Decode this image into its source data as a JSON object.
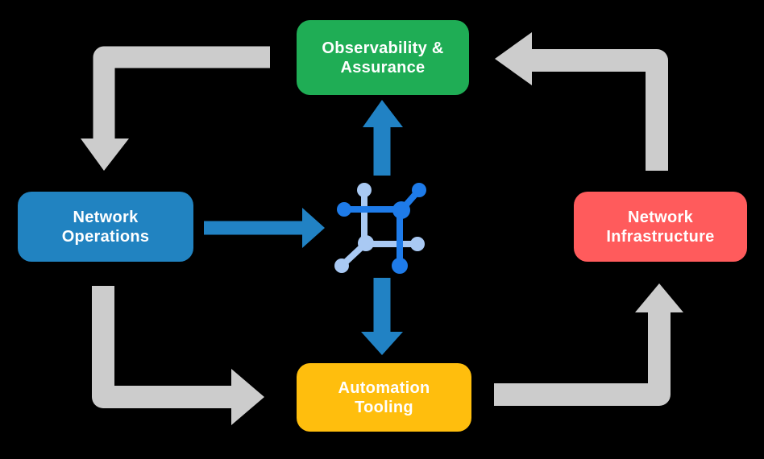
{
  "background_color": "#000000",
  "diagram": {
    "text_color": "#FFFFFF",
    "nodes": [
      {
        "id": "observability-assurance",
        "label": "Observability &\nAssurance",
        "color": "#1FAD55"
      },
      {
        "id": "network-operations",
        "label": "Network\nOperations",
        "color": "#2183C1"
      },
      {
        "id": "network-infrastructure",
        "label": "Network\nInfrastructure",
        "color": "#FF5B5C"
      },
      {
        "id": "automation-tooling",
        "label": "Automation\nTooling",
        "color": "#FFBE0D"
      }
    ],
    "center_icon": {
      "name": "network-mesh-icon",
      "color_primary": "#1E7BE9",
      "color_secondary": "#A9C9F3"
    },
    "arrow_colors": {
      "cycle": "#CCCCCC",
      "integration": "#2182C4"
    },
    "edges": [
      {
        "from": "observability-assurance",
        "to": "network-operations",
        "type": "cycle"
      },
      {
        "from": "network-operations",
        "to": "automation-tooling",
        "type": "cycle"
      },
      {
        "from": "automation-tooling",
        "to": "network-infrastructure",
        "type": "cycle"
      },
      {
        "from": "network-infrastructure",
        "to": "observability-assurance",
        "type": "cycle"
      },
      {
        "from": "network-operations",
        "to": "center-icon",
        "type": "integration"
      },
      {
        "from": "center-icon",
        "to": "observability-assurance",
        "type": "integration"
      },
      {
        "from": "center-icon",
        "to": "automation-tooling",
        "type": "integration"
      }
    ]
  }
}
